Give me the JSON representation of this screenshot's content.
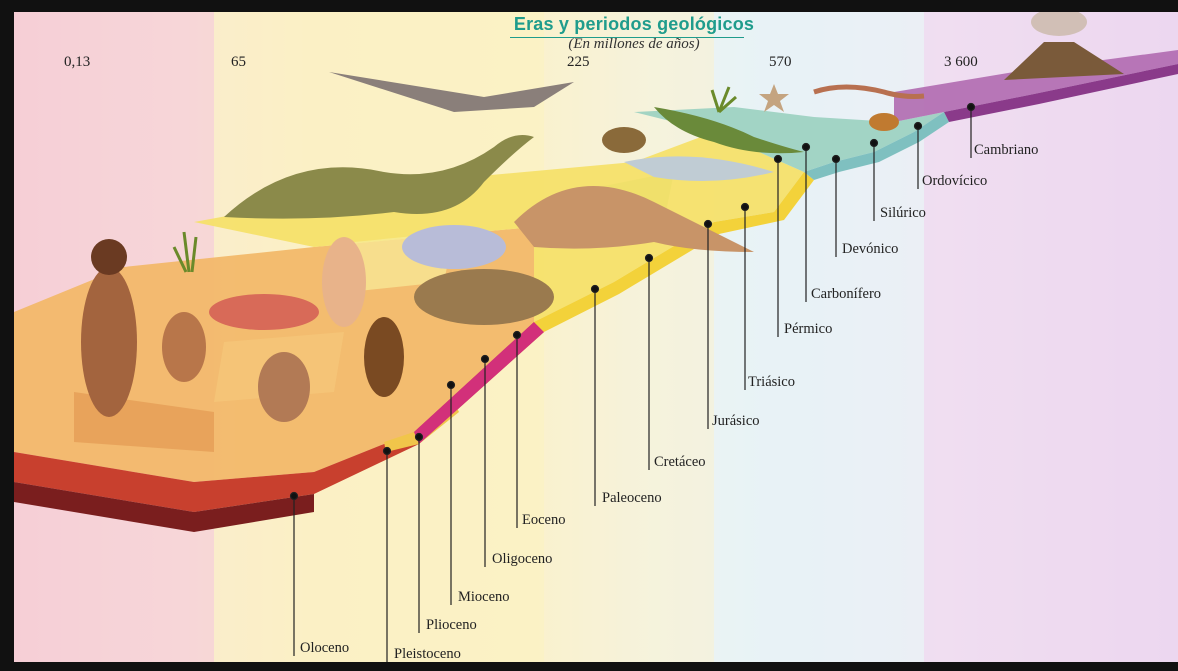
{
  "title": "Eras y periodos geológicos",
  "subtitle": "(En millones de años)",
  "time_markers": [
    "0,13",
    "65",
    "225",
    "570",
    "3 600"
  ],
  "periods": [
    {
      "name": "Oloceno"
    },
    {
      "name": "Pleistoceno"
    },
    {
      "name": "Plioceno"
    },
    {
      "name": "Mioceno"
    },
    {
      "name": "Oligoceno"
    },
    {
      "name": "Eoceno"
    },
    {
      "name": "Paleoceno"
    },
    {
      "name": "Cretáceo"
    },
    {
      "name": "Jurásico"
    },
    {
      "name": "Triásico"
    },
    {
      "name": "Pérmico"
    },
    {
      "name": "Carbonífero"
    },
    {
      "name": "Devónico"
    },
    {
      "name": "Silúrico"
    },
    {
      "name": "Ordovícico"
    },
    {
      "name": "Cambriano"
    }
  ],
  "colors": {
    "title": "#1f9c8c",
    "cenozoic": "#f2b86a",
    "mesozoic": "#f6e06a",
    "paleozoic": "#9ad0c0",
    "precambrian": "#b06ab0"
  }
}
